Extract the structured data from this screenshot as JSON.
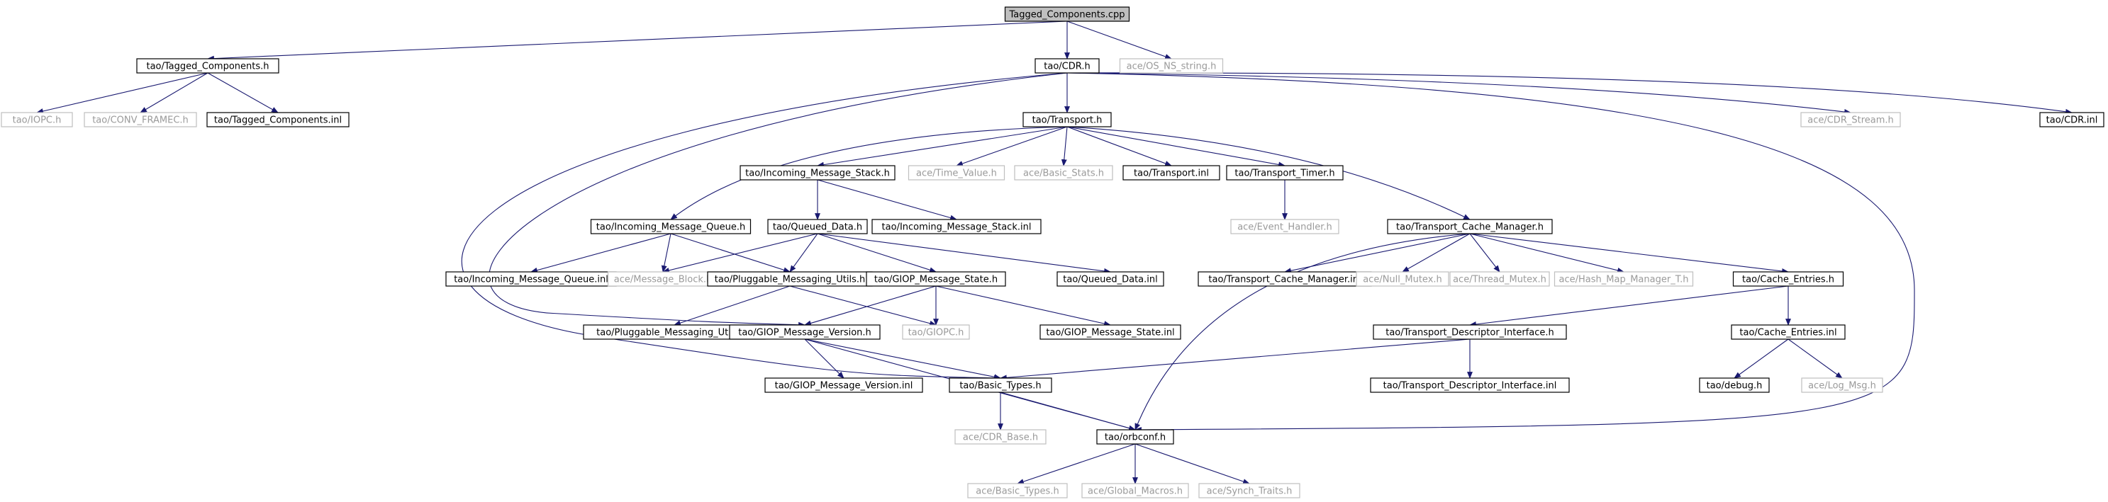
{
  "diagram": {
    "colors": {
      "edge": "#191970",
      "edge_grey": "#808080",
      "root_fill": "#bfbfbf",
      "node_border": "#000000",
      "missing_border": "#bfbfbf",
      "missing_text": "#9a9a9a"
    },
    "nodes": [
      {
        "id": "root",
        "label": "Tagged_Components.cpp",
        "style": "root"
      },
      {
        "id": "tc_h",
        "label": "tao/Tagged_Components.h",
        "style": "solid"
      },
      {
        "id": "cdr_h",
        "label": "tao/CDR.h",
        "style": "solid"
      },
      {
        "id": "ns_string",
        "label": "ace/OS_NS_string.h",
        "style": "grey"
      },
      {
        "id": "iopc",
        "label": "tao/IOPC.h",
        "style": "grey"
      },
      {
        "id": "conv_framec",
        "label": "tao/CONV_FRAMEC.h",
        "style": "grey"
      },
      {
        "id": "tc_inl",
        "label": "tao/Tagged_Components.inl",
        "style": "solid"
      },
      {
        "id": "transport_h",
        "label": "tao/Transport.h",
        "style": "solid"
      },
      {
        "id": "cdr_stream",
        "label": "ace/CDR_Stream.h",
        "style": "grey"
      },
      {
        "id": "cdr_inl",
        "label": "tao/CDR.inl",
        "style": "solid"
      },
      {
        "id": "ims_h",
        "label": "tao/Incoming_Message_Stack.h",
        "style": "solid"
      },
      {
        "id": "time_value",
        "label": "ace/Time_Value.h",
        "style": "grey"
      },
      {
        "id": "basic_stats",
        "label": "ace/Basic_Stats.h",
        "style": "grey"
      },
      {
        "id": "transport_inl",
        "label": "tao/Transport.inl",
        "style": "solid"
      },
      {
        "id": "transport_timer",
        "label": "tao/Transport_Timer.h",
        "style": "solid"
      },
      {
        "id": "event_handler",
        "label": "ace/Event_Handler.h",
        "style": "grey"
      },
      {
        "id": "imq_h",
        "label": "tao/Incoming_Message_Queue.h",
        "style": "solid"
      },
      {
        "id": "queued_data_h",
        "label": "tao/Queued_Data.h",
        "style": "solid"
      },
      {
        "id": "ims_inl",
        "label": "tao/Incoming_Message_Stack.inl",
        "style": "solid"
      },
      {
        "id": "tcm_h",
        "label": "tao/Transport_Cache_Manager.h",
        "style": "solid"
      },
      {
        "id": "imq_inl",
        "label": "tao/Incoming_Message_Queue.inl",
        "style": "solid"
      },
      {
        "id": "message_block",
        "label": "ace/Message_Block.h",
        "style": "grey"
      },
      {
        "id": "pmu_h",
        "label": "tao/Pluggable_Messaging_Utils.h",
        "style": "solid"
      },
      {
        "id": "gms_h",
        "label": "tao/GIOP_Message_State.h",
        "style": "solid"
      },
      {
        "id": "queued_data_inl",
        "label": "tao/Queued_Data.inl",
        "style": "solid"
      },
      {
        "id": "tcm_inl",
        "label": "tao/Transport_Cache_Manager.inl",
        "style": "solid"
      },
      {
        "id": "null_mutex",
        "label": "ace/Null_Mutex.h",
        "style": "grey"
      },
      {
        "id": "thread_mutex",
        "label": "ace/Thread_Mutex.h",
        "style": "grey"
      },
      {
        "id": "hash_map",
        "label": "ace/Hash_Map_Manager_T.h",
        "style": "grey"
      },
      {
        "id": "cache_entries_h",
        "label": "tao/Cache_Entries.h",
        "style": "solid"
      },
      {
        "id": "pmu_inl",
        "label": "tao/Pluggable_Messaging_Utils.inl",
        "style": "solid"
      },
      {
        "id": "gmv_h",
        "label": "tao/GIOP_Message_Version.h",
        "style": "solid"
      },
      {
        "id": "giopc",
        "label": "tao/GIOPC.h",
        "style": "grey"
      },
      {
        "id": "gms_inl",
        "label": "tao/GIOP_Message_State.inl",
        "style": "solid"
      },
      {
        "id": "tdi_h",
        "label": "tao/Transport_Descriptor_Interface.h",
        "style": "solid"
      },
      {
        "id": "cache_entries_inl",
        "label": "tao/Cache_Entries.inl",
        "style": "solid"
      },
      {
        "id": "gmv_inl",
        "label": "tao/GIOP_Message_Version.inl",
        "style": "solid"
      },
      {
        "id": "basic_types_tao",
        "label": "tao/Basic_Types.h",
        "style": "solid"
      },
      {
        "id": "tdi_inl",
        "label": "tao/Transport_Descriptor_Interface.inl",
        "style": "solid"
      },
      {
        "id": "debug_h",
        "label": "tao/debug.h",
        "style": "solid"
      },
      {
        "id": "log_msg",
        "label": "ace/Log_Msg.h",
        "style": "grey"
      },
      {
        "id": "cdr_base",
        "label": "ace/CDR_Base.h",
        "style": "grey"
      },
      {
        "id": "orbconf",
        "label": "tao/orbconf.h",
        "style": "solid"
      },
      {
        "id": "basic_types_ace",
        "label": "ace/Basic_Types.h",
        "style": "grey"
      },
      {
        "id": "global_macros",
        "label": "ace/Global_Macros.h",
        "style": "grey"
      },
      {
        "id": "synch_traits",
        "label": "ace/Synch_Traits.h",
        "style": "grey"
      }
    ],
    "edges": [
      [
        "root",
        "tc_h"
      ],
      [
        "root",
        "cdr_h"
      ],
      [
        "root",
        "ns_string"
      ],
      [
        "tc_h",
        "iopc"
      ],
      [
        "tc_h",
        "conv_framec"
      ],
      [
        "tc_h",
        "tc_inl"
      ],
      [
        "cdr_h",
        "transport_h"
      ],
      [
        "cdr_h",
        "cdr_stream"
      ],
      [
        "cdr_h",
        "cdr_inl"
      ],
      [
        "cdr_h",
        "basic_types_tao"
      ],
      [
        "cdr_h",
        "gmv_h"
      ],
      [
        "cdr_h",
        "orbconf"
      ],
      [
        "transport_h",
        "ims_h"
      ],
      [
        "transport_h",
        "time_value"
      ],
      [
        "transport_h",
        "basic_stats"
      ],
      [
        "transport_h",
        "transport_inl"
      ],
      [
        "transport_h",
        "transport_timer"
      ],
      [
        "transport_h",
        "imq_h"
      ],
      [
        "transport_h",
        "tcm_h"
      ],
      [
        "transport_timer",
        "event_handler"
      ],
      [
        "ims_h",
        "queued_data_h"
      ],
      [
        "ims_h",
        "ims_inl"
      ],
      [
        "imq_h",
        "imq_inl"
      ],
      [
        "imq_h",
        "message_block"
      ],
      [
        "imq_h",
        "pmu_h"
      ],
      [
        "queued_data_h",
        "message_block"
      ],
      [
        "queued_data_h",
        "pmu_h"
      ],
      [
        "queued_data_h",
        "gms_h"
      ],
      [
        "queued_data_h",
        "queued_data_inl"
      ],
      [
        "pmu_h",
        "pmu_inl"
      ],
      [
        "pmu_h",
        "giopc"
      ],
      [
        "gms_h",
        "gmv_h"
      ],
      [
        "gms_h",
        "giopc"
      ],
      [
        "gms_h",
        "gms_inl"
      ],
      [
        "tcm_h",
        "tcm_inl"
      ],
      [
        "tcm_h",
        "null_mutex"
      ],
      [
        "tcm_h",
        "thread_mutex"
      ],
      [
        "tcm_h",
        "hash_map"
      ],
      [
        "tcm_h",
        "cache_entries_h"
      ],
      [
        "tcm_h",
        "orbconf"
      ],
      [
        "cache_entries_h",
        "tdi_h"
      ],
      [
        "cache_entries_h",
        "cache_entries_inl"
      ],
      [
        "tdi_h",
        "basic_types_tao"
      ],
      [
        "tdi_h",
        "tdi_inl"
      ],
      [
        "cache_entries_inl",
        "debug_h"
      ],
      [
        "cache_entries_inl",
        "log_msg"
      ],
      [
        "gmv_h",
        "gmv_inl"
      ],
      [
        "gmv_h",
        "basic_types_tao"
      ],
      [
        "gmv_h",
        "orbconf"
      ],
      [
        "basic_types_tao",
        "cdr_base"
      ],
      [
        "basic_types_tao",
        "orbconf"
      ],
      [
        "orbconf",
        "basic_types_ace"
      ],
      [
        "orbconf",
        "global_macros"
      ],
      [
        "orbconf",
        "synch_traits"
      ]
    ]
  }
}
